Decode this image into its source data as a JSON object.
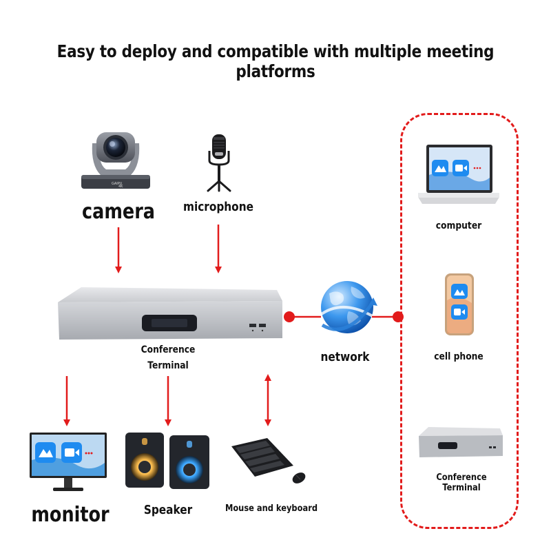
{
  "headline": "Easy to deploy and compatible with multiple meeting platforms",
  "inputs": {
    "camera": "camera",
    "microphone": "microphone"
  },
  "center": {
    "terminal_line1": "Conference",
    "terminal_line2": "Terminal",
    "network": "network"
  },
  "outputs": {
    "monitor": "monitor",
    "speaker": "Speaker",
    "mouse_keyboard": "Mouse and keyboard"
  },
  "remote_devices": {
    "computer": "computer",
    "cell_phone": "cell phone",
    "conference_terminal": "Conference Terminal"
  },
  "product_labels": {
    "camera_brand": "GAIPU",
    "camera_badge": "4K"
  },
  "colors": {
    "arrow": "#e21b1b",
    "dash": "#e21b1b",
    "app_blue": "#1e8bf0",
    "globe_blue": "#1d7fe0"
  }
}
